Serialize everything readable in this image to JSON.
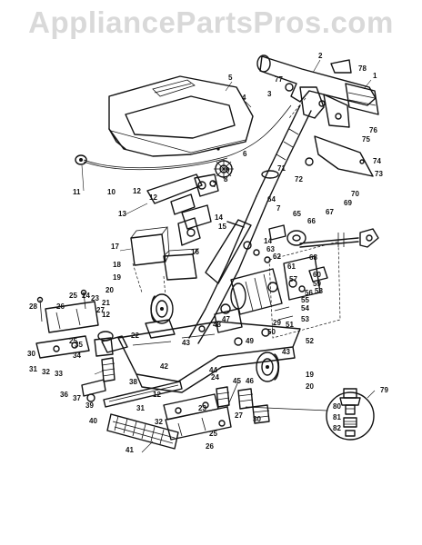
{
  "watermark": "AppliancePartsPros.com",
  "callouts": [
    {
      "n": "1"
    },
    {
      "n": "2"
    },
    {
      "n": "3"
    },
    {
      "n": "4"
    },
    {
      "n": "5"
    },
    {
      "n": "6"
    },
    {
      "n": "7"
    },
    {
      "n": "7"
    },
    {
      "n": "8"
    },
    {
      "n": "9"
    },
    {
      "n": "10"
    },
    {
      "n": "11"
    },
    {
      "n": "12"
    },
    {
      "n": "13"
    },
    {
      "n": "14"
    },
    {
      "n": "14"
    },
    {
      "n": "15"
    },
    {
      "n": "16"
    },
    {
      "n": "17"
    },
    {
      "n": "18"
    },
    {
      "n": "19"
    },
    {
      "n": "19"
    },
    {
      "n": "20"
    },
    {
      "n": "20"
    },
    {
      "n": "21"
    },
    {
      "n": "22"
    },
    {
      "n": "23"
    },
    {
      "n": "23"
    },
    {
      "n": "24"
    },
    {
      "n": "24"
    },
    {
      "n": "25"
    },
    {
      "n": "25"
    },
    {
      "n": "25"
    },
    {
      "n": "26"
    },
    {
      "n": "26"
    },
    {
      "n": "27"
    },
    {
      "n": "27"
    },
    {
      "n": "28"
    },
    {
      "n": "29"
    },
    {
      "n": "30"
    },
    {
      "n": "30"
    },
    {
      "n": "31"
    },
    {
      "n": "31"
    },
    {
      "n": "32"
    },
    {
      "n": "32"
    },
    {
      "n": "33"
    },
    {
      "n": "34"
    },
    {
      "n": "35"
    },
    {
      "n": "36"
    },
    {
      "n": "37"
    },
    {
      "n": "38"
    },
    {
      "n": "39"
    },
    {
      "n": "40"
    },
    {
      "n": "41"
    },
    {
      "n": "42"
    },
    {
      "n": "43"
    },
    {
      "n": "43"
    },
    {
      "n": "44"
    },
    {
      "n": "45"
    },
    {
      "n": "46"
    },
    {
      "n": "47"
    },
    {
      "n": "48"
    },
    {
      "n": "49"
    },
    {
      "n": "50"
    },
    {
      "n": "51"
    },
    {
      "n": "52"
    },
    {
      "n": "53"
    },
    {
      "n": "54"
    },
    {
      "n": "55"
    },
    {
      "n": "56"
    },
    {
      "n": "57"
    },
    {
      "n": "58"
    },
    {
      "n": "59"
    },
    {
      "n": "60"
    },
    {
      "n": "61"
    },
    {
      "n": "62"
    },
    {
      "n": "63"
    },
    {
      "n": "64"
    },
    {
      "n": "65"
    },
    {
      "n": "66"
    },
    {
      "n": "67"
    },
    {
      "n": "68"
    },
    {
      "n": "69"
    },
    {
      "n": "70"
    },
    {
      "n": "71"
    },
    {
      "n": "72"
    },
    {
      "n": "73"
    },
    {
      "n": "74"
    },
    {
      "n": "75"
    },
    {
      "n": "76"
    },
    {
      "n": "77"
    },
    {
      "n": "78"
    },
    {
      "n": "79"
    },
    {
      "n": "80"
    },
    {
      "n": "81"
    },
    {
      "n": "82"
    },
    {
      "n": "12"
    },
    {
      "n": "12"
    },
    {
      "n": "12"
    }
  ]
}
